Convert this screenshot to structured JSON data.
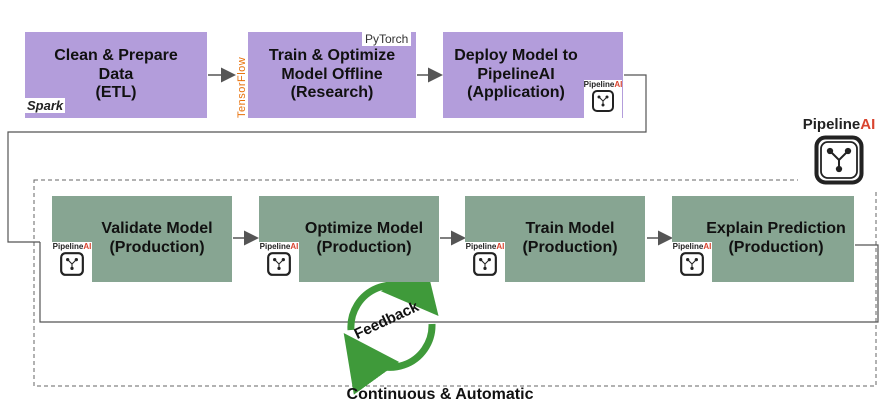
{
  "top_steps": [
    {
      "label": "Clean & Prepare\nData\n(ETL)",
      "logo": "spark-logo"
    },
    {
      "label": "Train & Optimize\nModel Offline\n(Research)",
      "logo": "tensorflow-pytorch-logos"
    },
    {
      "label": "Deploy Model to\nPipelineAI\n(Application)",
      "logo": "pipelineai-badge"
    }
  ],
  "production_steps": [
    {
      "label": "Validate Model\n(Production)"
    },
    {
      "label": "Optimize Model\n(Production)"
    },
    {
      "label": "Train Model\n(Production)"
    },
    {
      "label": "Explain Prediction\n(Production)"
    }
  ],
  "logos": {
    "spark": "Spark",
    "tensorflow": "TensorFlow",
    "pytorch": "PyTorch",
    "pipeline_main": "Pipeline",
    "pipeline_ai": "AI"
  },
  "feedback_label": "Feedback",
  "footer": "Continuous & Automatic",
  "colors": {
    "purple_box": "#b39ddb",
    "green_box": "#87a592",
    "arrow": "#555555",
    "cycle_green": "#3f9a3a",
    "pipeline_ai_red": "#d9442f"
  }
}
